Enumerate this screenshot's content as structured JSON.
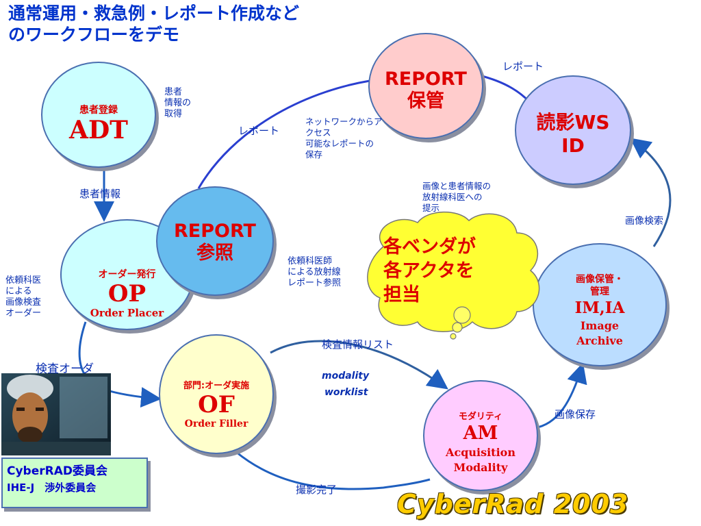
{
  "title": {
    "line1": "通常運用・救急例・レポート作成など",
    "line2": "のワークフローをデモ"
  },
  "nodes": {
    "adt": {
      "sub": "患者登録",
      "main": "ADT"
    },
    "report_store": {
      "line1": "REPORT",
      "line2": "保管"
    },
    "reading_ws": {
      "line1": "読影WS",
      "line2": "ID"
    },
    "report_ref": {
      "line1": "REPORT",
      "line2": "参照"
    },
    "op": {
      "sub": "オーダー発行",
      "main": "OP",
      "full": "Order Placer"
    },
    "ima": {
      "sub1": "画像保管・",
      "sub2": "管理",
      "main": "IM,IA",
      "full1": "Image",
      "full2": "Archive"
    },
    "of": {
      "sub": "部門:オーダ実施",
      "main": "OF",
      "full": "Order Filler"
    },
    "am": {
      "sub": "モダリティ",
      "main": "AM",
      "full1": "Acquisition",
      "full2": "Modality"
    }
  },
  "labels": {
    "patient_info_get": [
      "患者",
      "情報の",
      "取得"
    ],
    "report_top": "レポート",
    "report_left": "レポート",
    "network_access": [
      "ネットワークからア",
      "クセス",
      "可能なレポートの",
      "保存"
    ],
    "image_patient_present": [
      "画像と患者情報の",
      "放射線科医への",
      "提示"
    ],
    "patient_info": "患者情報",
    "image_search": "画像検索",
    "dept_order": [
      "依頼科医",
      "による",
      "画像検査",
      "オーダー"
    ],
    "req_doctor_report": [
      "依頼科医師",
      "による放射線",
      "レポート参照"
    ],
    "exam_order": "検査オーダ",
    "exam_info_list": "検査情報リスト",
    "modality_worklist": [
      "modality",
      "worklist"
    ],
    "image_save": "画像保存",
    "shooting_done": "撮影完了"
  },
  "bubble": [
    "各ベンダが",
    "各アクタを",
    "担当"
  ],
  "committee": {
    "line1": "CyberRAD委員会",
    "line2": "IHE-J　渉外委員会"
  },
  "logo_text": "CyberRad 2003"
}
